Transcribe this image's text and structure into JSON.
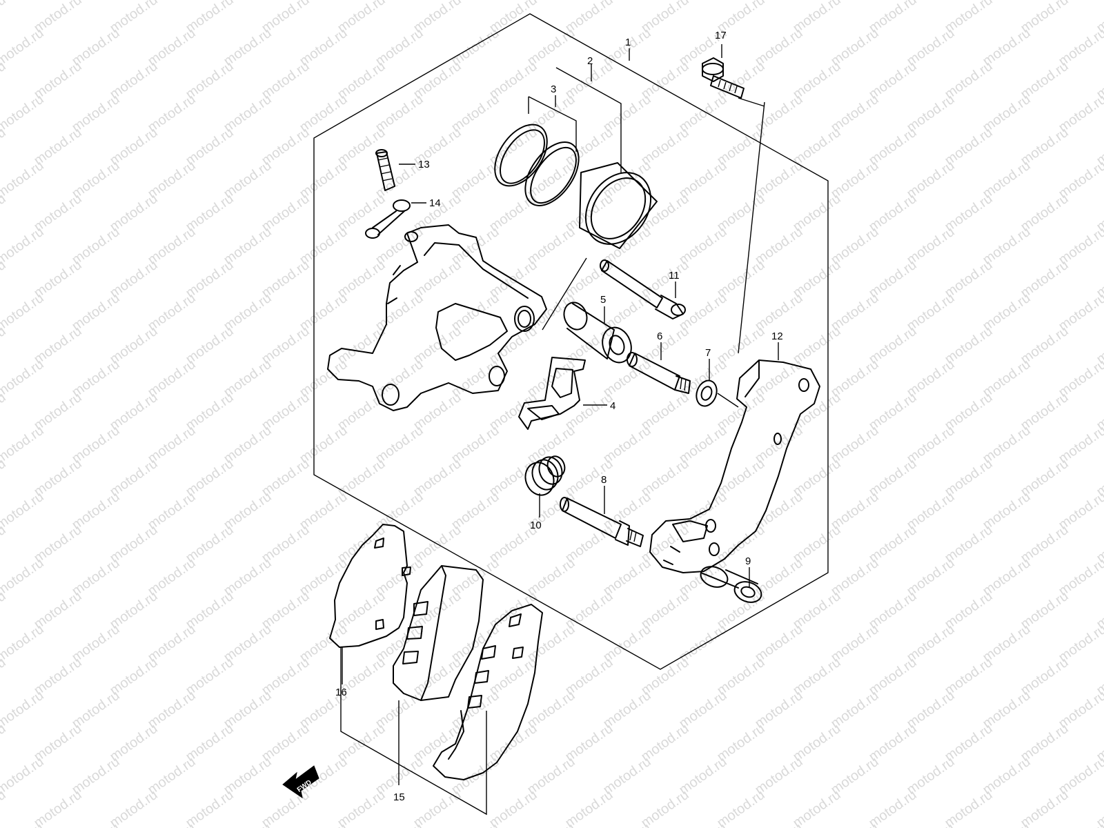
{
  "watermark": {
    "text": "motod.ru",
    "color": "#d9d9d9"
  },
  "fwd_arrow": {
    "label": "FWD"
  },
  "callouts": [
    {
      "id": "1",
      "label": "1"
    },
    {
      "id": "2",
      "label": "2"
    },
    {
      "id": "3",
      "label": "3"
    },
    {
      "id": "4",
      "label": "4"
    },
    {
      "id": "5",
      "label": "5"
    },
    {
      "id": "6",
      "label": "6"
    },
    {
      "id": "7",
      "label": "7"
    },
    {
      "id": "8",
      "label": "8"
    },
    {
      "id": "9",
      "label": "9"
    },
    {
      "id": "10",
      "label": "10"
    },
    {
      "id": "11",
      "label": "11"
    },
    {
      "id": "12",
      "label": "12"
    },
    {
      "id": "13",
      "label": "13"
    },
    {
      "id": "14",
      "label": "14"
    },
    {
      "id": "15",
      "label": "15"
    },
    {
      "id": "16",
      "label": "16"
    },
    {
      "id": "17",
      "label": "17"
    }
  ]
}
